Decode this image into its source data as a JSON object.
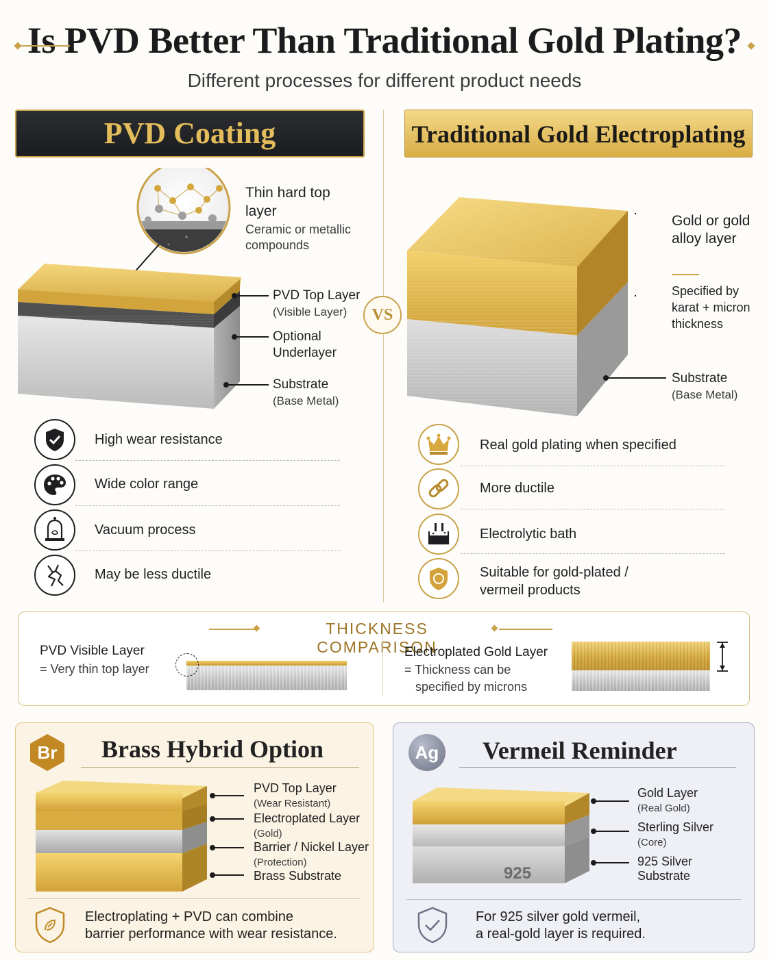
{
  "header": {
    "title": "Is PVD Better Than Traditional Gold Plating?",
    "subtitle": "Different processes for different product needs"
  },
  "vs_label": "VS",
  "pvd": {
    "banner": "PVD Coating",
    "callout_title": "Thin hard top layer",
    "callout_desc": "Ceramic or metallic compounds",
    "layers": [
      {
        "name": "PVD Top Layer",
        "note": "(Visible Layer)"
      },
      {
        "name": "Optional Underlayer",
        "note": ""
      },
      {
        "name": "Substrate",
        "note": "(Base Metal)"
      }
    ],
    "features": [
      {
        "icon": "shield-check-icon",
        "label": "High wear resistance"
      },
      {
        "icon": "palette-icon",
        "label": "Wide color range"
      },
      {
        "icon": "vacuum-bell-jar-icon",
        "label": "Vacuum process"
      },
      {
        "icon": "crack-icon",
        "label": "May be less ductile"
      }
    ]
  },
  "electro": {
    "banner": "Traditional Gold Electroplating",
    "layer_gold": "Gold or gold alloy layer",
    "layer_gold_note": "Specified by karat + micron thickness",
    "layer_substrate": "Substrate",
    "layer_substrate_note": "(Base Metal)",
    "features": [
      {
        "icon": "crown-icon",
        "label": "Real gold plating when specified"
      },
      {
        "icon": "chain-link-icon",
        "label": "More ductile"
      },
      {
        "icon": "electrolytic-bath-icon",
        "label": "Electrolytic bath"
      },
      {
        "icon": "shield-gold-icon",
        "label": "Suitable for gold-plated / vermeil products"
      }
    ]
  },
  "thickness": {
    "title": "THICKNESS COMPARISON",
    "pvd_label": "PVD Visible Layer",
    "pvd_desc": "= Very thin top layer",
    "electro_label": "Electroplated Gold Layer",
    "electro_desc_1": "= Thickness can be",
    "electro_desc_2": "specified by microns"
  },
  "brass": {
    "badge": "Br",
    "title": "Brass Hybrid Option",
    "layers": [
      {
        "name": "PVD Top Layer",
        "note": "(Wear Resistant)"
      },
      {
        "name": "Electroplated Layer",
        "note": "(Gold)"
      },
      {
        "name": "Barrier / Nickel Layer",
        "note": "(Protection)"
      },
      {
        "name": "Brass Substrate",
        "note": ""
      }
    ],
    "note_line1": "Electroplating + PVD can combine",
    "note_line2": "barrier performance with wear resistance."
  },
  "vermeil": {
    "badge": "Ag",
    "title": "Vermeil Reminder",
    "stamp": "925",
    "layers": [
      {
        "name": "Gold Layer",
        "note": "(Real Gold)"
      },
      {
        "name": "Sterling Silver",
        "note": "(Core)"
      },
      {
        "name": "925 Silver",
        "note": "Substrate"
      }
    ],
    "note_line1": "For 925 silver gold vermeil,",
    "note_line2": "a real-gold layer is required."
  }
}
